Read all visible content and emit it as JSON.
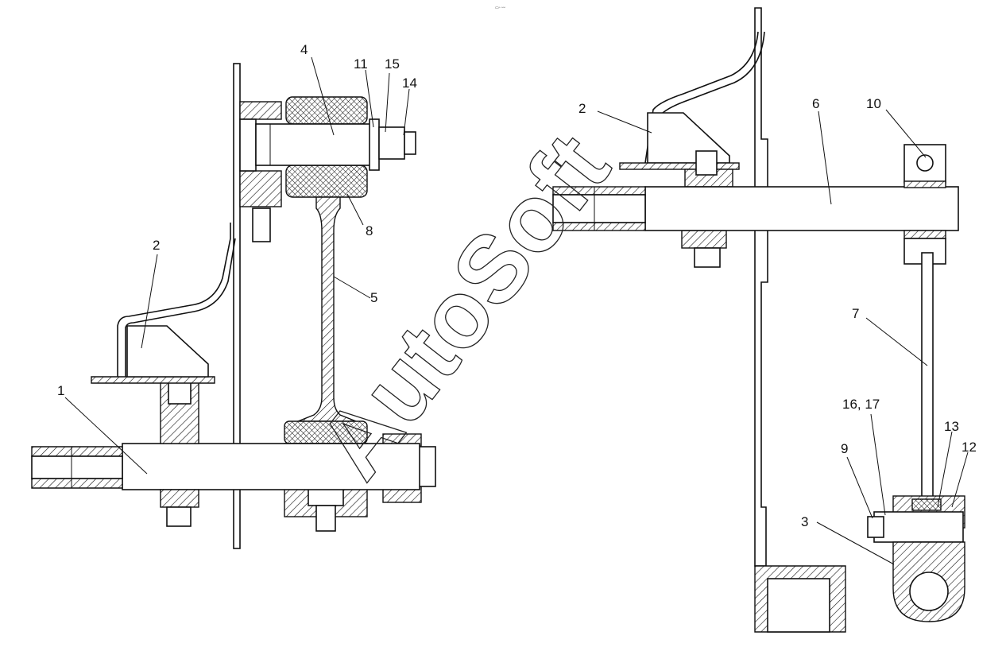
{
  "watermark": "AutoSoft",
  "header_mark": "▭▫ ▫▫▫",
  "left_view": {
    "labels": [
      "1",
      "2",
      "4",
      "5",
      "8",
      "11",
      "14",
      "15"
    ]
  },
  "right_view": {
    "labels": [
      "2",
      "3",
      "6",
      "7",
      "9",
      "10",
      "12",
      "13",
      "16, 17"
    ]
  }
}
